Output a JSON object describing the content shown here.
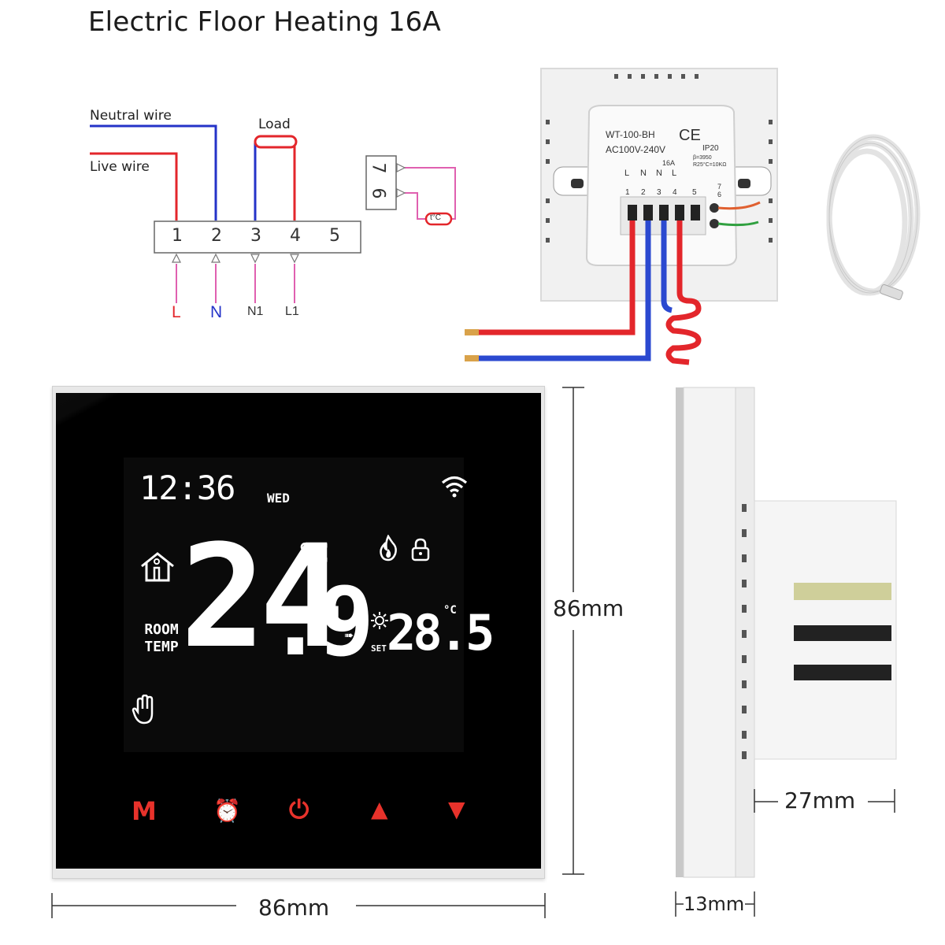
{
  "title": "Electric Floor Heating 16A",
  "wiring": {
    "neutral_label": "Neutral wire",
    "live_label": "Live wire",
    "load_label": "Load",
    "terminals": [
      "1",
      "2",
      "3",
      "4",
      "5"
    ],
    "sensor_terminals": [
      "7",
      "6"
    ],
    "sensor_label": "t°C",
    "bottom_labels": [
      "L",
      "N",
      "N1",
      "L1"
    ],
    "colors": {
      "live": "#e3262b",
      "neutral": "#2433c8",
      "probe": "#e060b0"
    }
  },
  "back_module": {
    "model": "WT-100-BH",
    "voltage": "AC100V-240V",
    "current": "16A",
    "ce": "CE",
    "ip": "IP20",
    "spec1": "β=3950",
    "spec2": "R25°C=10KΩ",
    "terminal_letters": [
      "L",
      "N",
      "N",
      "L"
    ],
    "terminal_numbers": [
      "1",
      "2",
      "3",
      "4",
      "5"
    ],
    "sensor_numbers": [
      "7",
      "6"
    ]
  },
  "display": {
    "time": "12:36",
    "day": "WED",
    "room_temp_int": "24",
    "room_temp_dec": ".9",
    "unit_big": "°C",
    "room_label_1": "ROOM",
    "room_label_2": "TEMP",
    "set_label": "SET",
    "set_temp": "28.5",
    "unit_small": "°C",
    "arrow": "➠",
    "buttons": [
      "M",
      "⏰",
      "⏻",
      "▲",
      "▼"
    ]
  },
  "dimensions": {
    "width": "86mm",
    "height": "86mm",
    "depth": "27mm",
    "plate": "13mm"
  }
}
